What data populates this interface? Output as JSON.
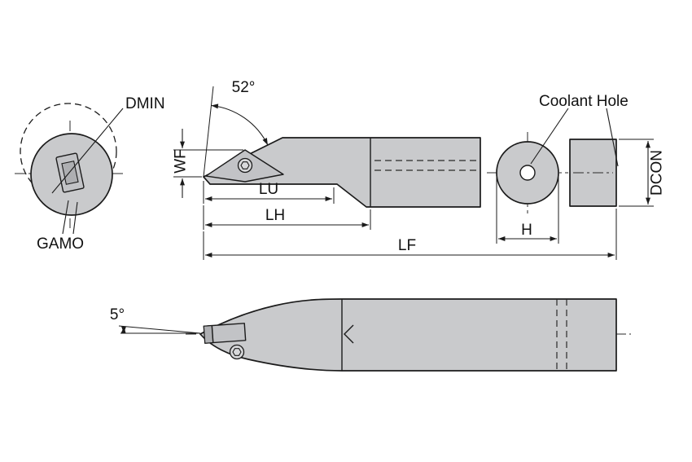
{
  "labels": {
    "dmin": "DMIN",
    "gamo": "GAMO",
    "top_angle": "52°",
    "wf": "WF",
    "lu": "LU",
    "lh": "LH",
    "lf": "LF",
    "h": "H",
    "dcon": "DCON",
    "coolant_hole": "Coolant Hole",
    "side_angle": "5°"
  },
  "colors": {
    "background": "#ffffff",
    "body_fill": "#c9cacc",
    "insert_fill": "#c2c3c6",
    "line": "#1b1b1b",
    "text": "#111111"
  }
}
